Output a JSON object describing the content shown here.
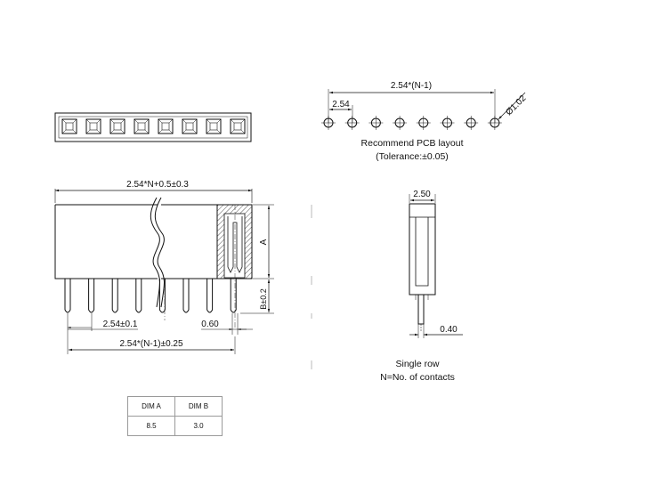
{
  "dims": {
    "overall_length": "2.54*N+0.5±0.3",
    "pitch_tol": "2.54±0.1",
    "pin_width": "0.60",
    "pin_span": "2.54*(N-1)±0.25",
    "height_a": "A",
    "height_b": "B±0.2",
    "side_width": "2.50",
    "pin_thickness": "0.40",
    "pcb_span": "2.54*(N-1)",
    "pcb_pitch": "2.54",
    "hole_dia": "Ø1.02"
  },
  "notes": {
    "pcb_layout": "Recommend PCB layout",
    "tolerance": "(Tolerance:±0.05)",
    "single_row": "Single row",
    "contacts": "N=No. of contacts"
  },
  "table": {
    "headers": [
      "DIM A",
      "DIM B"
    ],
    "rows": [
      [
        "8.5",
        "3.0"
      ]
    ]
  },
  "colors": {
    "line": "#111111",
    "hatch": "#555555",
    "table_border": "#9a9a9a"
  }
}
